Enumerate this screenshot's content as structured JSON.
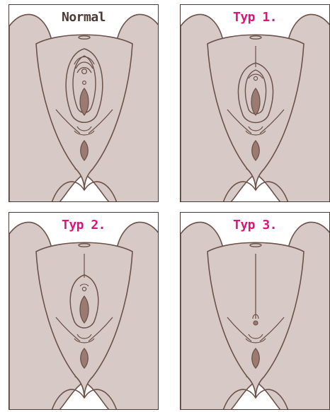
{
  "colors": {
    "skin": "#d7cac6",
    "outline": "#6b5149",
    "inner": "#9b7b71",
    "label_normal": "#4a3a35",
    "label_type": "#e0137b"
  },
  "panels": [
    {
      "label": "Normal",
      "label_color": "label_normal",
      "variant": "normal"
    },
    {
      "label": "Typ 1.",
      "label_color": "label_type",
      "variant": "type1"
    },
    {
      "label": "Typ 2.",
      "label_color": "label_type",
      "variant": "type2"
    },
    {
      "label": "Typ 3.",
      "label_color": "label_type",
      "variant": "type3"
    }
  ]
}
